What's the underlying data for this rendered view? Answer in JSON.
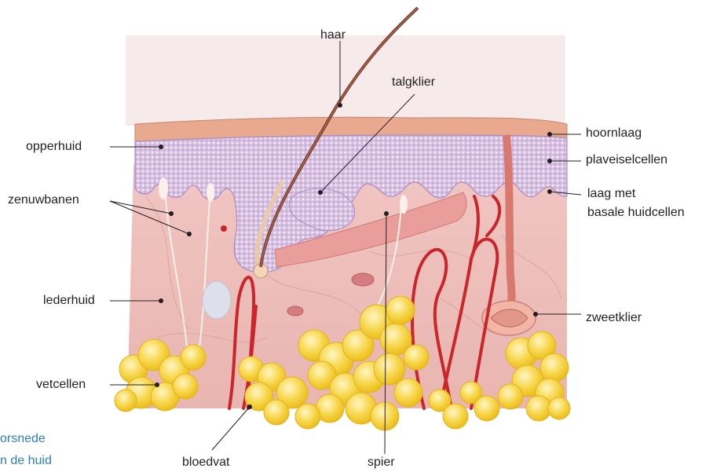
{
  "diagram": {
    "labels": {
      "haar": "haar",
      "talgklier": "talgklier",
      "hoornlaag": "hoornlaag",
      "opperhuid": "opperhuid",
      "plaveiselcellen": "plaveiselcellen",
      "laag_met_1": "laag met",
      "laag_met_2": "basale huidcellen",
      "zenuwbanen": "zenuwbanen",
      "lederhuid": "lederhuid",
      "zweetklier": "zweetklier",
      "vetcellen": "vetcellen",
      "bloedvat": "bloedvat",
      "spier": "spier"
    },
    "caption": {
      "line1": "orsnede",
      "line2": "n de huid"
    },
    "colors": {
      "background": "#ffffff",
      "dermis": "#f2c9c4",
      "epidermis": "#d9c2e4",
      "stratum_corneum": "#e3a28a",
      "fat": "#f7d23a",
      "vessel": "#c8262a",
      "hair": "#7a4030",
      "caption": "#2a7fc0",
      "text": "#231f20"
    }
  }
}
